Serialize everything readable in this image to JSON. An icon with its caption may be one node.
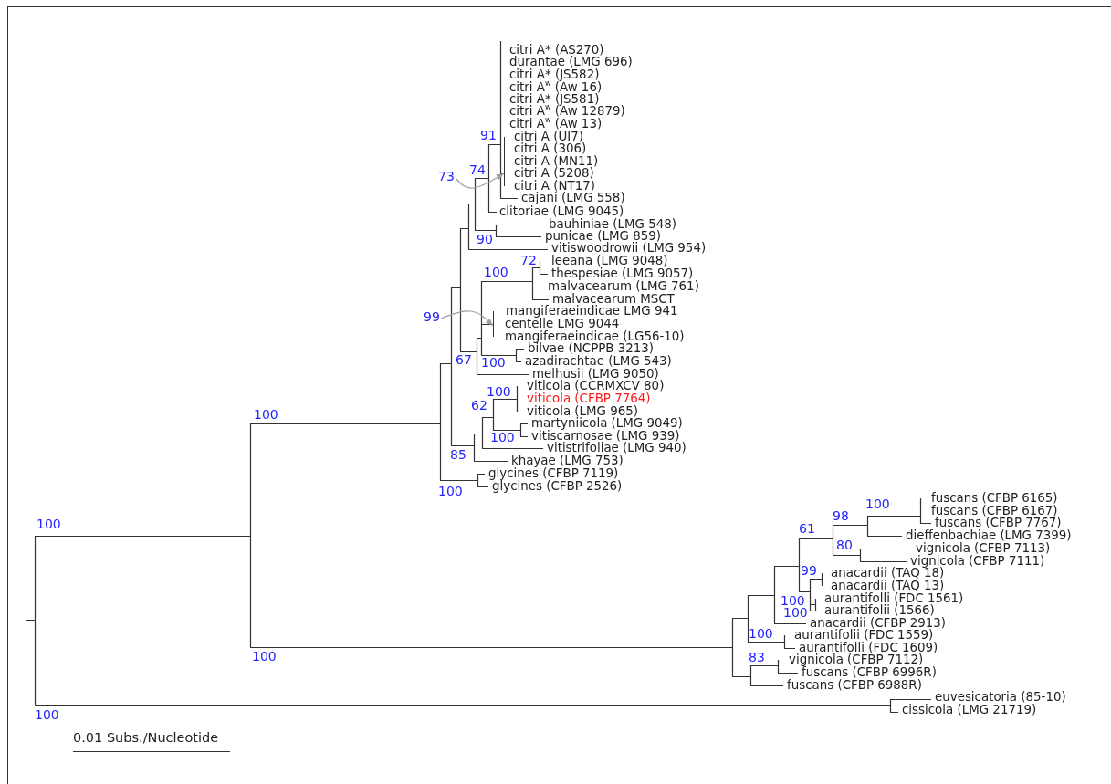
{
  "diagram": {
    "nodes": [
      {
        "text": [
          "73"
        ]
      },
      {
        "text": [
          "99"
        ]
      },
      {
        "text": [],
        "shape": "bar"
      },
      {
        "text": [],
        "shape": "bar"
      }
    ],
    "edges": [
      {
        "from": 0,
        "to": 2,
        "arrow": "to",
        "color": "#a0a0a0"
      },
      {
        "from": 1,
        "to": 3,
        "arrow": "to",
        "color": "#a0a0a0"
      }
    ],
    "labels": [
      "citri A* (AS270)",
      "durantae (LMG 696)",
      "citri A* (JS582)",
      "citri A$^{w}$ (Aw 16)",
      "citri A* (JS581)",
      "citri A$^{w}$ (Aw 12879)",
      "citri A$^{w}$ (Aw 13)",
      "91",
      "citri A (UI7)",
      "citri A (306)",
      "citri A (MN11)",
      "74",
      "citri A (5208)",
      "citri A (NT17)",
      "cajani (LMG 558)",
      "clitoriae (LMG 9045)",
      "bauhiniae (LMG 548)",
      "punicae (LMG 859)",
      "90",
      "vitiswoodrowii (LMG 954)",
      "72",
      "leeana (LMG 9048)",
      "100",
      "thespesiae (LMG 9057)",
      "malvacearum (LMG 761)",
      "malvacearum MSCT",
      "mangiferaeindicae LMG 941",
      "centelle LMG 9044",
      "mangiferaeindicae (LG56-10)",
      "bilvae (NCPPB 3213)",
      "67",
      "100",
      "azadirachtae (LMG 543)",
      "melhusii (LMG 9050)",
      "viticola (CCRMXCV 80)",
      "100",
      "viticola (CFBP 7764)",
      "62",
      "viticola (LMG 965)",
      "martyniicola (LMG 9049)",
      "100",
      "vitiscarnosae (LMG 939)",
      "100",
      "vitistrifoliae (LMG 940)",
      "85",
      "khayae (LMG 753)",
      "glycines (CFBP 7119)",
      "glycines (CFBP 2526)",
      "100",
      "fuscans (CFBP 6165)",
      "100",
      "fuscans (CFBP 6167)",
      "98",
      "100",
      "fuscans (CFBP 7767)",
      "61",
      "dieffenbachiae (LMG 7399)",
      "80",
      "vignicola (CFBP 7113)",
      "vignicola (CFBP 7111)",
      "99",
      "anacardii (TAQ 18)",
      "anacardii (TAQ 13)",
      "aurantifolli (FDC 1561)",
      "100",
      "aurantifolii (1566)",
      "100",
      "anacardii (CFBP 2913)",
      "100",
      "aurantifolii (FDC 1559)",
      "aurantifolli (FDC 1609)",
      "100",
      "83",
      "vignicola (CFBP 7112)",
      "fuscans (CFBP 6996R)",
      "fuscans (CFBP 6988R)",
      "euvesicatoria (85-10)",
      "cissicola (LMG 21719)",
      "100",
      "0.01 Subs./Nucleotide"
    ]
  }
}
